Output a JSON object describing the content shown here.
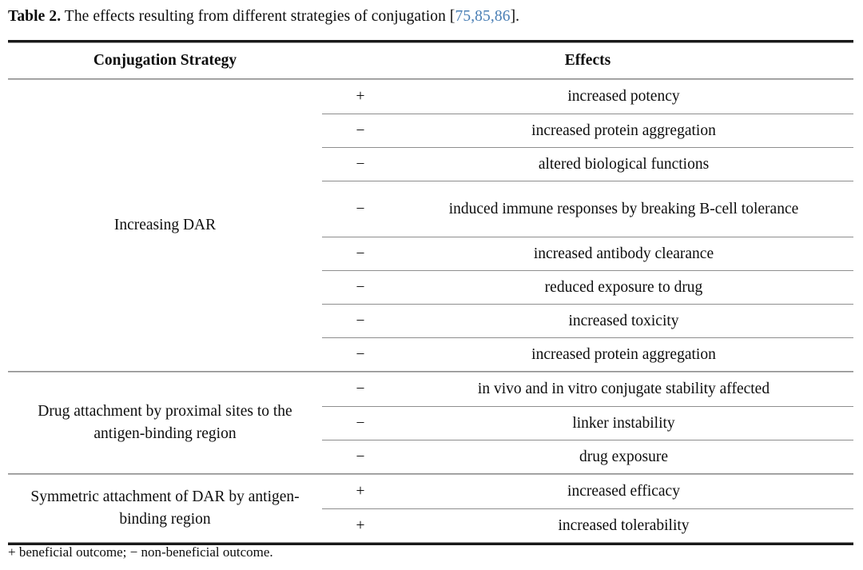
{
  "caption": {
    "label": "Table 2.",
    "text": " The effects resulting from different strategies of conjugation [",
    "refs": "75,85,86",
    "tail": "]."
  },
  "colors": {
    "reference_link": "#4a7fb5",
    "rule_heavy": "#1a1a1a",
    "rule_light": "#8e8e8e",
    "text": "#0d0d0d"
  },
  "table": {
    "headers": {
      "strategy": "Conjugation Strategy",
      "effects": "Effects"
    },
    "groups": [
      {
        "strategy": "Increasing DAR",
        "rows": [
          {
            "sign": "+",
            "effect": "increased potency"
          },
          {
            "sign": "−",
            "effect": "increased protein aggregation"
          },
          {
            "sign": "−",
            "effect": "altered biological functions"
          },
          {
            "sign": "−",
            "effect": "induced immune responses by breaking B-cell tolerance"
          },
          {
            "sign": "−",
            "effect": "increased antibody clearance"
          },
          {
            "sign": "−",
            "effect": "reduced exposure to drug"
          },
          {
            "sign": "−",
            "effect": "increased toxicity"
          },
          {
            "sign": "−",
            "effect": "increased protein aggregation"
          }
        ]
      },
      {
        "strategy": "Drug attachment by proximal sites to the antigen-binding region",
        "rows": [
          {
            "sign": "−",
            "effect": "in vivo and in vitro conjugate stability affected"
          },
          {
            "sign": "−",
            "effect": "linker instability"
          },
          {
            "sign": "−",
            "effect": "drug exposure"
          }
        ]
      },
      {
        "strategy": "Symmetric attachment of DAR by antigen-binding region",
        "rows": [
          {
            "sign": "+",
            "effect": "increased efficacy"
          },
          {
            "sign": "+",
            "effect": "increased tolerability"
          }
        ]
      }
    ]
  },
  "footnote": "+ beneficial outcome; − non-beneficial outcome."
}
